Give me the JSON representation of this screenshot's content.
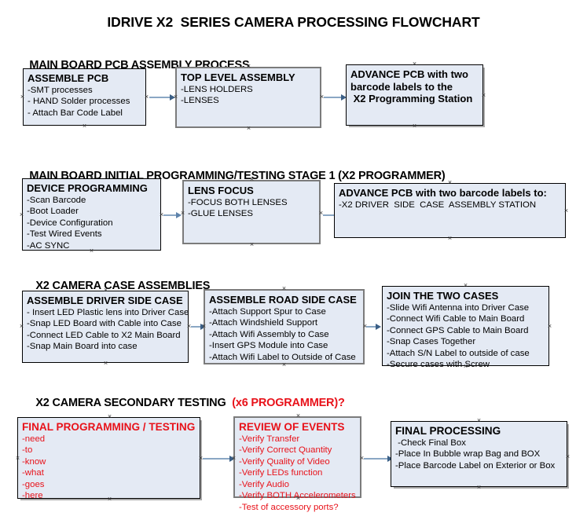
{
  "title": "IDRIVE X2  SERIES CAMERA PROCESSING FLOWCHART",
  "sections": [
    {
      "heading": "MAIN BOARD PCB ASSEMBLY PROCESS",
      "heading_accent": "",
      "boxes": [
        {
          "title": "ASSEMBLE PCB",
          "lines": [
            "-SMT processes",
            "- HAND Solder processes",
            "- Attach Bar Code Label"
          ]
        },
        {
          "title": "TOP LEVEL ASSEMBLY",
          "lines": [
            "-LENS HOLDERS",
            "-LENSES"
          ]
        },
        {
          "title": "ADVANCE PCB with two",
          "lines": [
            "barcode labels to the",
            " X2 Programming Station"
          ]
        }
      ]
    },
    {
      "heading": "MAIN BOARD INITIAL PROGRAMMING/TESTING STAGE 1 (X2 PROGRAMMER)",
      "heading_accent": "",
      "boxes": [
        {
          "title": "DEVICE PROGRAMMING",
          "lines": [
            "-Scan Barcode",
            "-Boot Loader",
            "-Device Configuration",
            "-Test Wired Events",
            "-AC SYNC"
          ]
        },
        {
          "title": "LENS FOCUS",
          "lines": [
            "-FOCUS BOTH LENSES",
            "-GLUE LENSES"
          ]
        },
        {
          "title": "ADVANCE PCB with two barcode labels to:",
          "lines": [
            "-X2 DRIVER  SIDE  CASE  ASSEMBLY STATION"
          ]
        }
      ]
    },
    {
      "heading": "X2 CAMERA CASE ASSEMBLIES",
      "heading_accent": "",
      "boxes": [
        {
          "title": "ASSEMBLE DRIVER SIDE CASE",
          "lines": [
            "- Insert LED Plastic lens into Driver Case",
            "-Snap LED Board with Cable into Case",
            "-Connect LED Cable to X2 Main Board",
            "-Snap Main Board into case"
          ]
        },
        {
          "title": "ASSEMBLE ROAD SIDE CASE",
          "lines": [
            "-Attach Support Spur to Case",
            "-Attach Windshield Support",
            "-Attach Wifi Assembly to Case",
            "-Insert GPS Module into Case",
            "-Attach Wifi Label to Outside of Case"
          ]
        },
        {
          "title": "JOIN THE TWO CASES",
          "lines": [
            "-Slide Wifi Antenna into Driver Case",
            "-Connect Wifi Cable to Main Board",
            "-Connect GPS Cable to Main Board",
            "-Snap Cases Together",
            "-Attach S/N Label to outside of case",
            "-Secure cases with Screw"
          ]
        }
      ]
    },
    {
      "heading": "X2 CAMERA SECONDARY TESTING  ",
      "heading_accent": "(x6 PROGRAMMER)?",
      "boxes": [
        {
          "title": "FINAL PROGRAMMING / TESTING",
          "lines": [
            "-need",
            "-to",
            "-know",
            "-what",
            "-goes",
            "-here"
          ]
        },
        {
          "title": "REVIEW OF EVENTS",
          "lines": [
            "-Verify Transfer",
            "-Verify Correct Quantity",
            "-Verify Quality of Video",
            "-Verify LEDs function",
            "-Verify Audio",
            "-Verify BOTH Accelerometers",
            "-Test of accessory ports?"
          ]
        },
        {
          "title": "FINAL PROCESSING",
          "lines": [
            " -Check Final Box",
            "-Place In Bubble wrap Bag and BOX",
            "-Place Barcode Label on Exterior or Box"
          ]
        }
      ]
    }
  ],
  "colors": {
    "box_fill": "#e4eaf4",
    "box_border": "#000000",
    "box_border_gray": "#7b7b7b",
    "accent_red": "#e8121a",
    "connector": "#8aa7c4",
    "arrowhead": "#3b5f86"
  }
}
